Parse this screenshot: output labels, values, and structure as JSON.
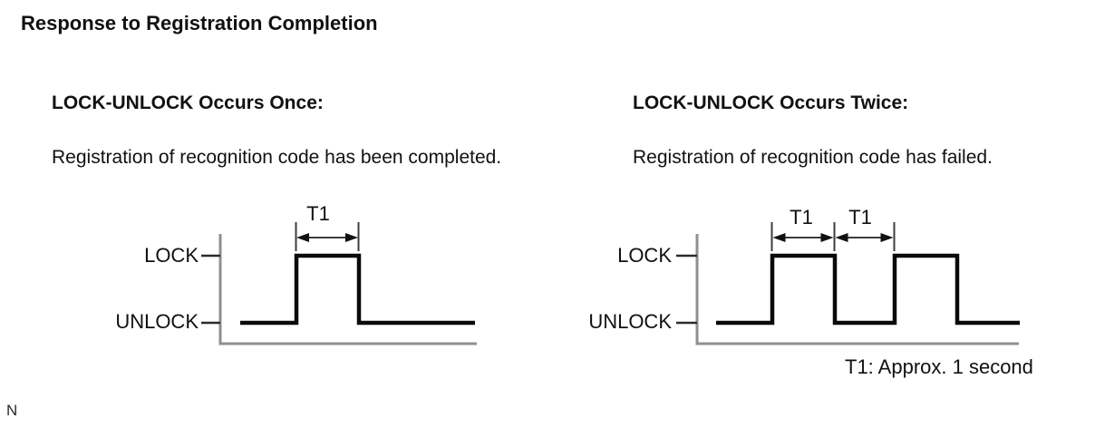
{
  "page": {
    "title": "Response to Registration Completion",
    "footnote": "N"
  },
  "panels": [
    {
      "heading": "LOCK-UNLOCK Occurs Once:",
      "description": "Registration of recognition code has been completed.",
      "lock_label": "LOCK",
      "unlock_label": "UNLOCK",
      "t1_labels": [
        "T1"
      ],
      "pulse_count": 1
    },
    {
      "heading": "LOCK-UNLOCK Occurs Twice:",
      "description": "Registration of recognition code has failed.",
      "lock_label": "LOCK",
      "unlock_label": "UNLOCK",
      "t1_labels": [
        "T1",
        "T1"
      ],
      "pulse_count": 2,
      "note": "T1: Approx. 1 second"
    }
  ]
}
